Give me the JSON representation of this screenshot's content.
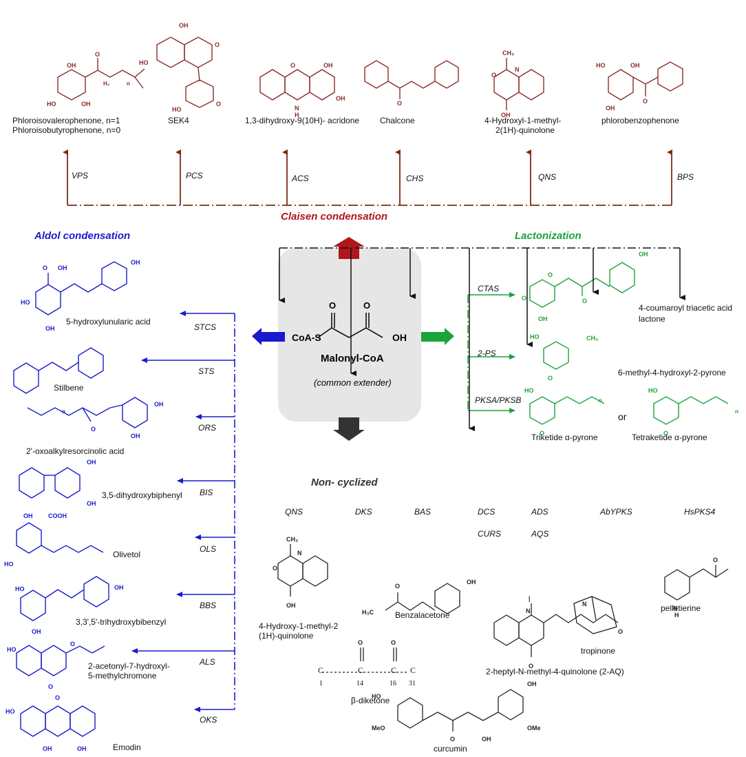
{
  "sections": {
    "claisen": "Claisen condensation",
    "aldol": "Aldol condensation",
    "lactonization": "Lactonization",
    "noncyclized": "Non- cyclized"
  },
  "center": {
    "coa": "CoA-S",
    "oh": "OH",
    "o1": "O",
    "o2": "O",
    "name": "Malonyl-CoA",
    "sub": "(common extender)"
  },
  "top": [
    {
      "enzyme": "VPS",
      "label": "Phloroisovalerophenone, n=1",
      "label2": "Phloroisobutyrophenone, n=0"
    },
    {
      "enzyme": "PCS",
      "label": "SEK4"
    },
    {
      "enzyme": "ACS",
      "label": "1,3-dihydroxy-9(10H)- acridone"
    },
    {
      "enzyme": "CHS",
      "label": "Chalcone"
    },
    {
      "enzyme": "QNS",
      "label": "4-Hydroxyl-1-methyl-",
      "label2": "2(1H)-quinolone"
    },
    {
      "enzyme": "BPS",
      "label": "phlorobenzophenone"
    }
  ],
  "left": [
    {
      "enzyme": "STCS",
      "label": "5-hydroxylunularic acid"
    },
    {
      "enzyme": "STS",
      "label": "Stilbene"
    },
    {
      "enzyme": "ORS",
      "label": "2'-oxoalkylresorcinolic acid"
    },
    {
      "enzyme": "BIS",
      "label": "3,5-dihydroxybiphenyl"
    },
    {
      "enzyme": "OLS",
      "label": "Olivetol"
    },
    {
      "enzyme": "BBS",
      "label": "3,3',5'-trihydroxybibenzyl"
    },
    {
      "enzyme": "ALS",
      "label": "2-acetonyl-7-hydroxyl-",
      "label2": "5-methylchromone"
    },
    {
      "enzyme": "OKS",
      "label": "Emodin"
    }
  ],
  "right": [
    {
      "enzyme": "CTAS",
      "label": "4-coumaroyl triacetic acid",
      "label2": "lactone"
    },
    {
      "enzyme": "2-PS",
      "label": "6-methyl-4-hydroxyl-2-pyrone"
    },
    {
      "enzyme": "PKSA/PKSB",
      "label": "Triketide α-pyrone",
      "label2": "Tetraketide α-pyrone",
      "or": "or"
    }
  ],
  "bottom": [
    {
      "enzyme": "QNS",
      "label": "4-Hydroxy-1-methyl-2",
      "label2": "(1H)-quinolone"
    },
    {
      "enzyme": "DKS",
      "label": "β-diketone"
    },
    {
      "enzyme": "BAS",
      "label": "Benzalacetone"
    },
    {
      "enzyme": "DCS",
      "enzyme2": "CURS",
      "label": "curcumin"
    },
    {
      "enzyme": "ADS",
      "enzyme2": "AQS",
      "label": "2-heptyl-N-methyl-4-quinolone (2-AQ)"
    },
    {
      "enzyme": "AbYPKS",
      "label": "tropinone"
    },
    {
      "enzyme": "HsPKS4",
      "label": "pelletierine"
    }
  ],
  "diketone": {
    "c1": "1",
    "c2": "14",
    "c3": "16",
    "c4": "31"
  },
  "colors": {
    "claisen": "#b0161b",
    "aldol": "#1a1acd",
    "lactone": "#1aa33b",
    "claisen_line": "#7a2c12",
    "black": "#111111"
  }
}
